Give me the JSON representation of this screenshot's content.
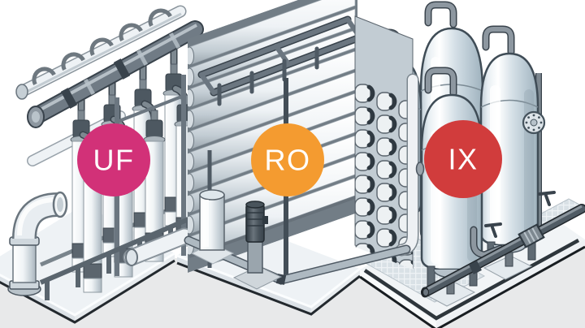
{
  "illustration": {
    "background_color": "#ffffff",
    "ground_color": "#e8e9ea",
    "badge_text_color": "#ffffff",
    "stages": [
      {
        "label": "UF",
        "badge_color": "#d23178",
        "equipment": "ultrafiltration-membrane-skid"
      },
      {
        "label": "RO",
        "badge_color": "#f49b30",
        "equipment": "reverse-osmosis-membrane-rack"
      },
      {
        "label": "IX",
        "badge_color": "#d13c3c",
        "equipment": "ion-exchange-pressure-vessels"
      }
    ]
  }
}
